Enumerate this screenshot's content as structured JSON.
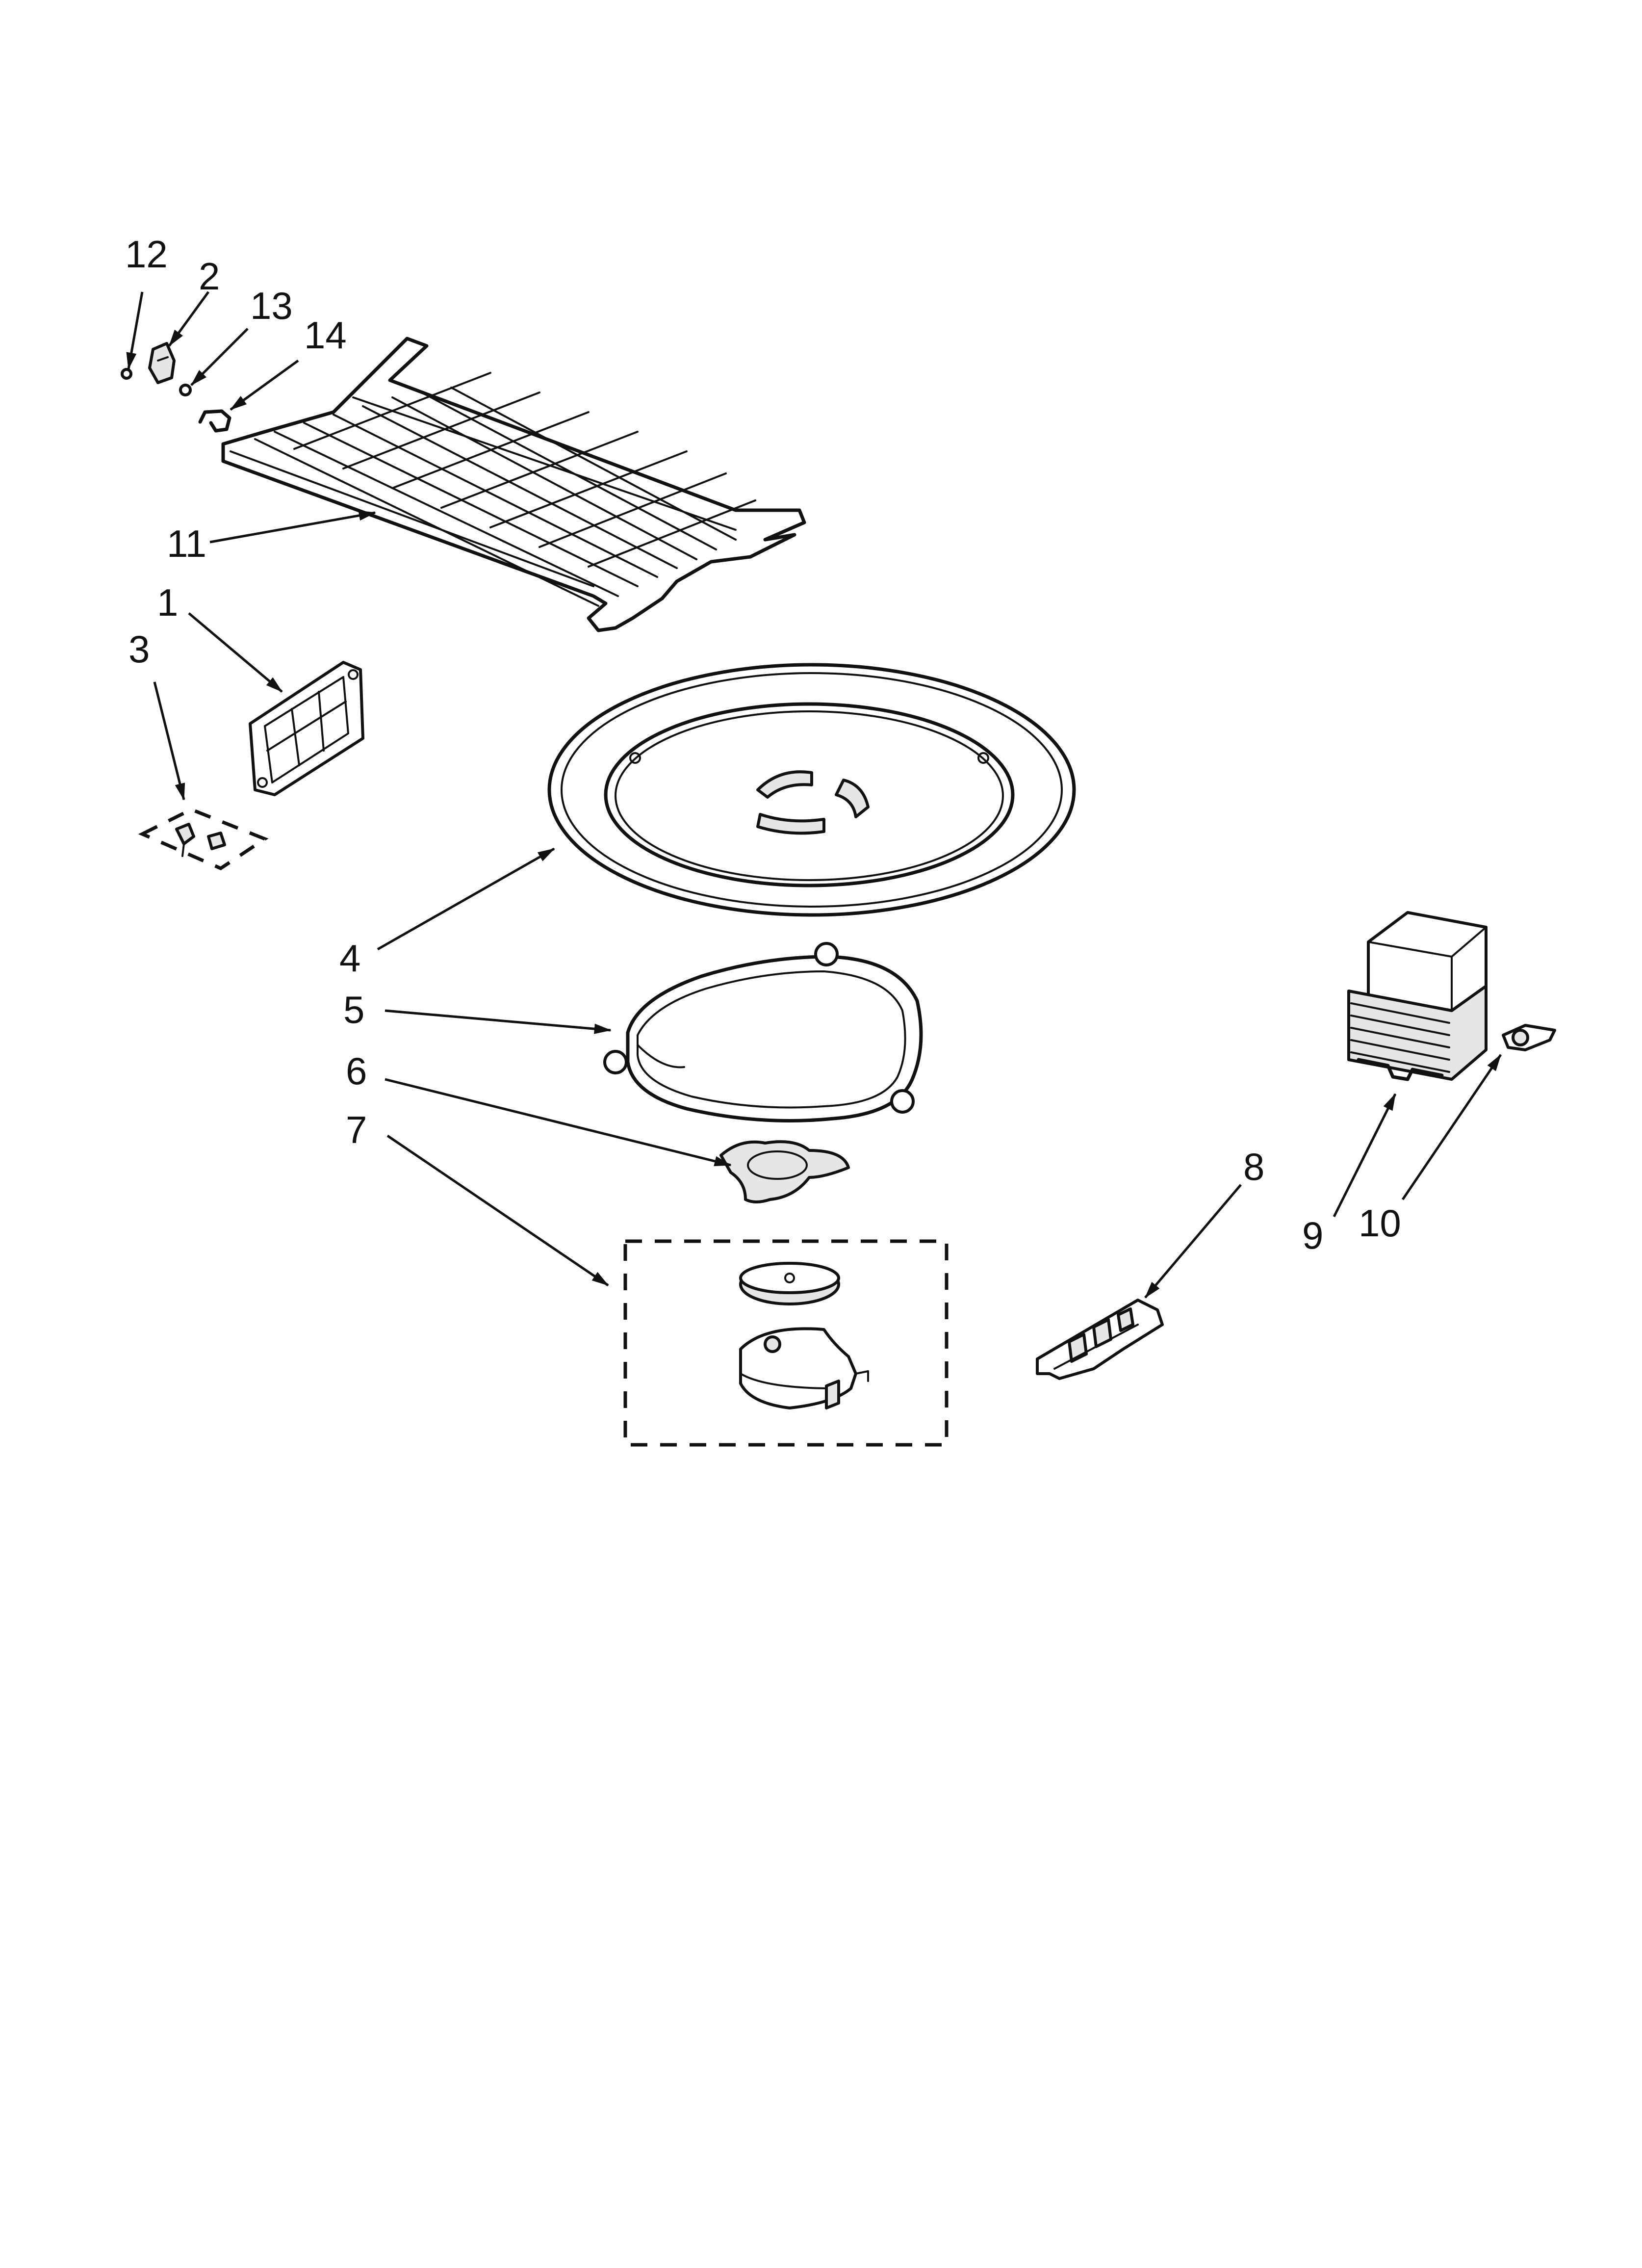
{
  "callouts": {
    "p1": "1",
    "p2": "2",
    "p3": "3",
    "p4": "4",
    "p5": "5",
    "p6": "6",
    "p7": "7",
    "p8": "8",
    "p9": "9",
    "p10": "10",
    "p11": "11",
    "p12": "12",
    "p13": "13",
    "p14": "14"
  },
  "colors": {
    "ink": "#111111",
    "paper": "#ffffff"
  }
}
